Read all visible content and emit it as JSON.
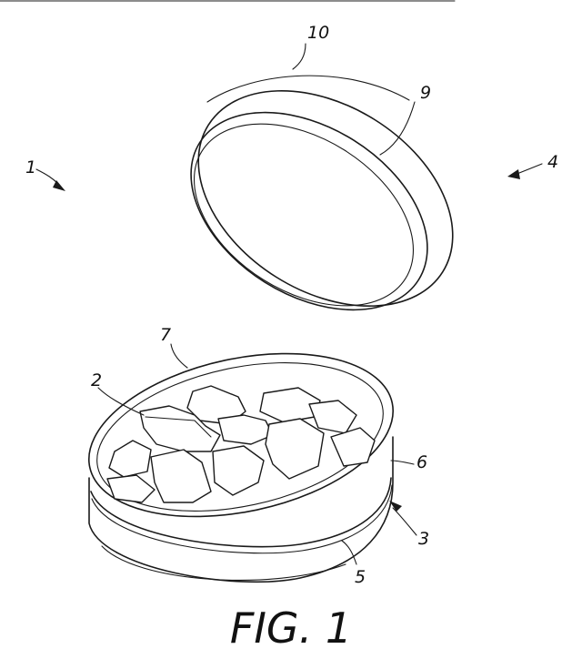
{
  "figure": {
    "caption": "FIG. 1",
    "labels": {
      "container": "1",
      "snus_pouch": "2",
      "base_part": "3",
      "lid": "4",
      "base_bottom": "5",
      "base_rim": "6",
      "base_cavity": "7",
      "lid_inner": "9",
      "lid_rim": "10"
    }
  }
}
